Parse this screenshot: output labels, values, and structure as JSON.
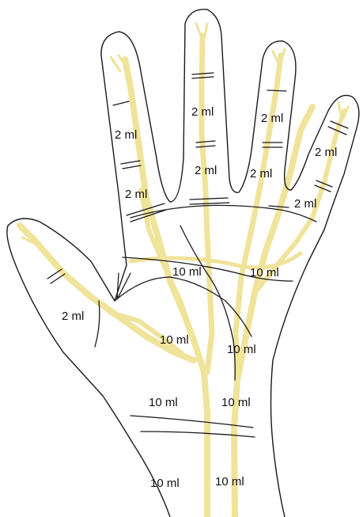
{
  "colors": {
    "outline": "#1a1a1a",
    "vessel": "#f0e39a",
    "background": "#ffffff"
  },
  "labels": {
    "little_finger": "2 ml",
    "ring_finger_distal": "2 ml",
    "ring_finger_proximal": "2 ml",
    "middle_finger_distal": "2 ml",
    "middle_finger_proximal": "2 ml",
    "index_finger_distal": "2 ml",
    "index_finger_proximal": "2 ml",
    "thumb": "2 ml",
    "palm_upper_left": "10 ml",
    "palm_upper_right": "10 ml",
    "palm_center": "10 ml",
    "palm_center_right": "10 ml",
    "palm_lower_left": "10 ml",
    "palm_lower_right": "10 ml",
    "wrist_left": "10 ml",
    "wrist_right": "10 ml"
  }
}
